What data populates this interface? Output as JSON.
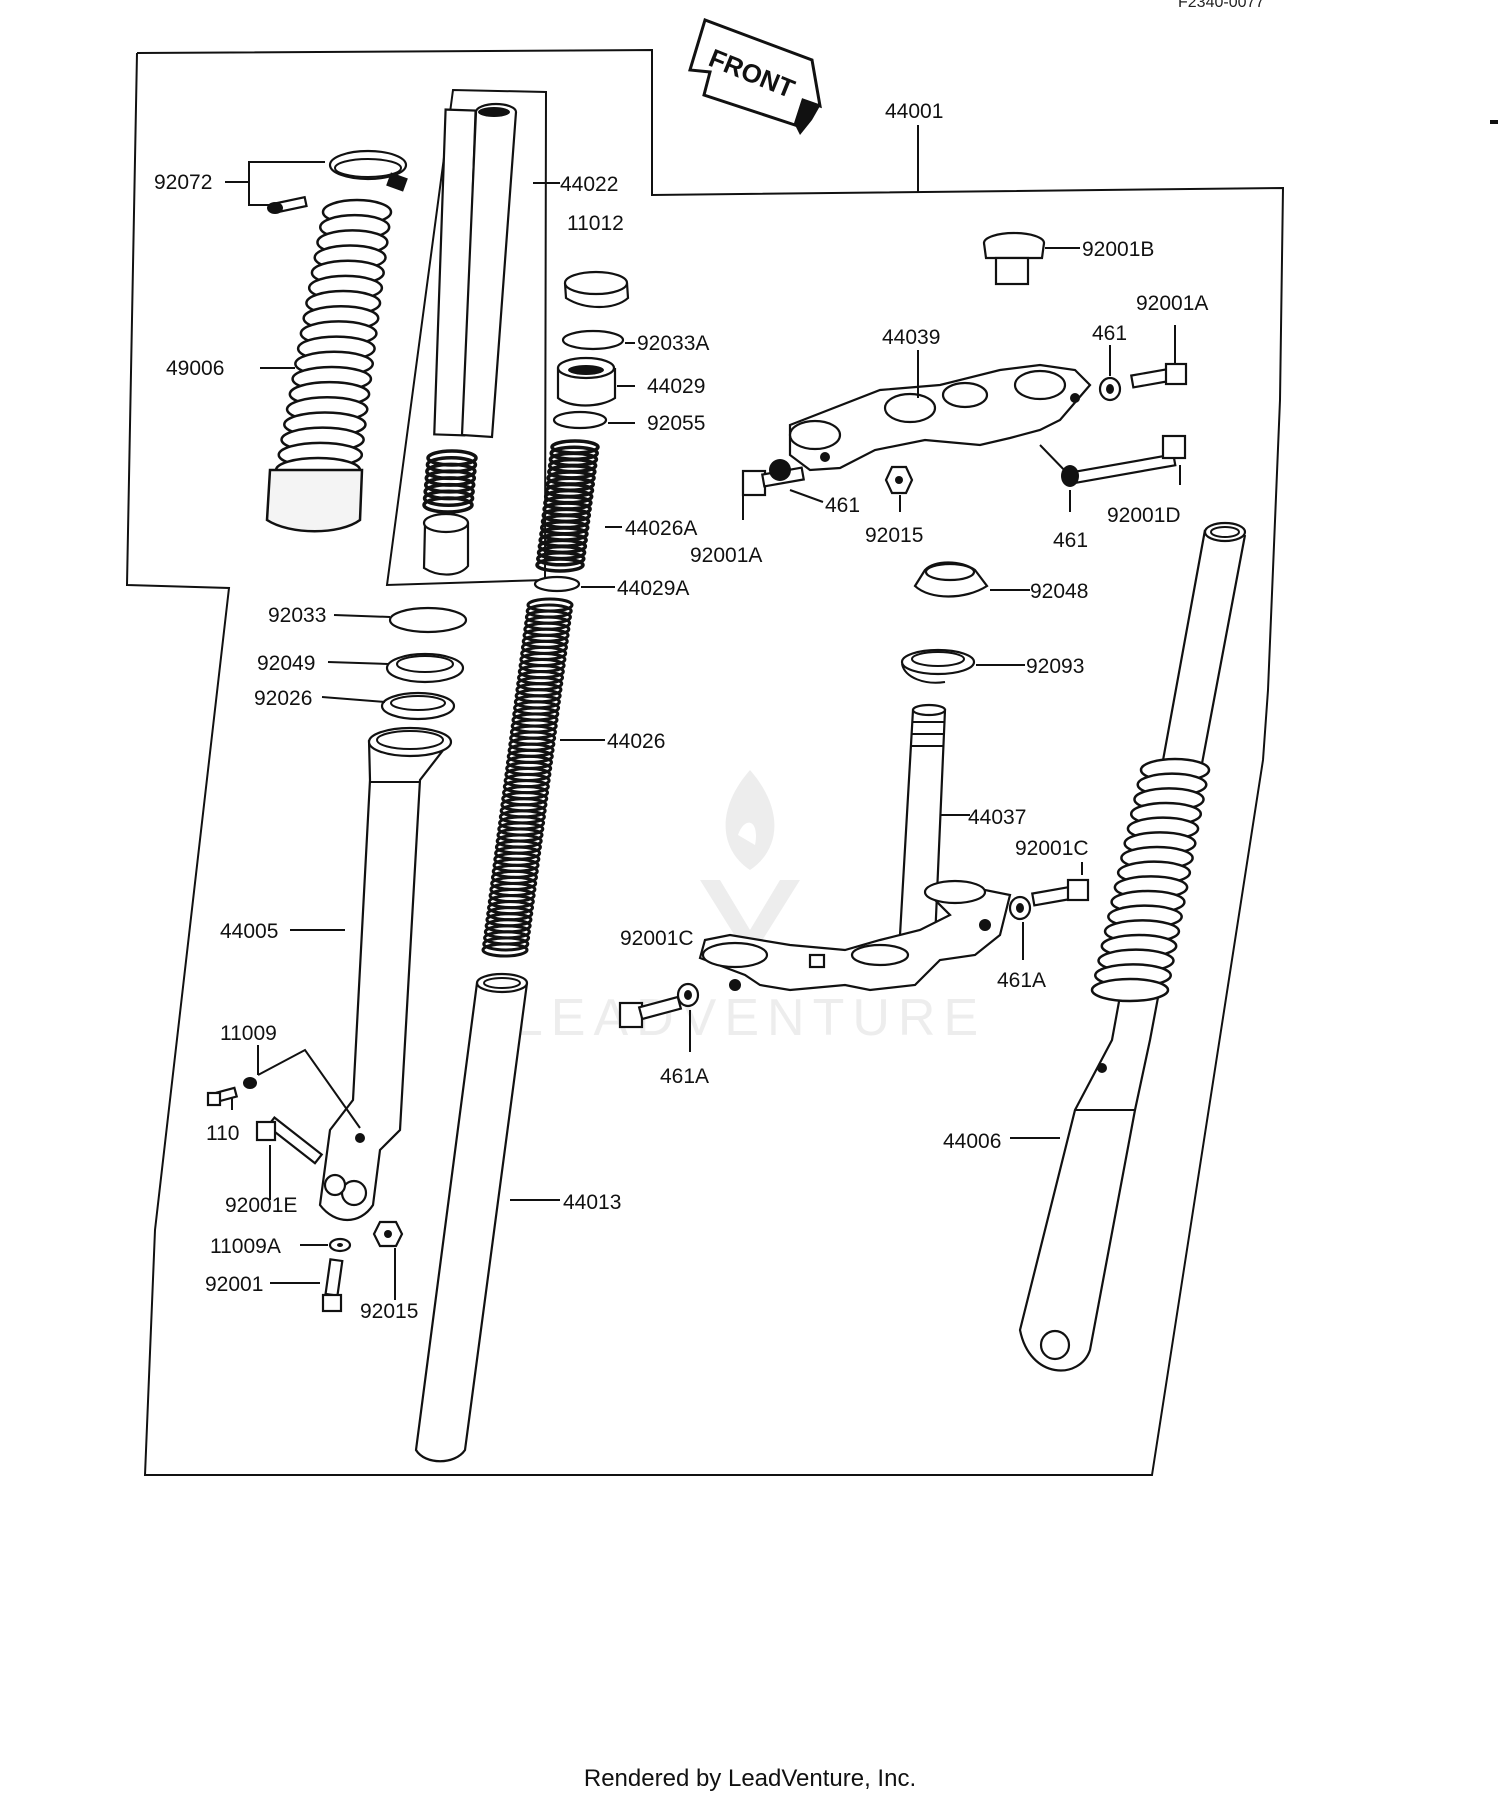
{
  "reference_code": "F2340-0077",
  "front_arrow_text": "FRONT",
  "footer": "Rendered by LeadVenture, Inc.",
  "watermark": "LEADVENTURE",
  "labels": {
    "l44001": "44001",
    "l92072": "92072",
    "l44022": "44022",
    "l11012": "11012",
    "l92001B": "92001B",
    "l92001A_top": "92001A",
    "l461_top": "461",
    "l44039": "44039",
    "l92033A": "92033A",
    "l44029": "44029",
    "l49006": "49006",
    "l92055": "92055",
    "l461_mid": "461",
    "l92015_mid": "92015",
    "l92001A_mid": "92001A",
    "l461_right": "461",
    "l92001D": "92001D",
    "l44026A": "44026A",
    "l44029A": "44029A",
    "l92048": "92048",
    "l92033": "92033",
    "l92049": "92049",
    "l92093": "92093",
    "l92026": "92026",
    "l44026": "44026",
    "l44037": "44037",
    "l92001C_right": "92001C",
    "l44005": "44005",
    "l461A_right": "461A",
    "l92001C_left": "92001C",
    "l11009": "11009",
    "l461A_left": "461A",
    "l44006": "44006",
    "l110": "110",
    "l92001E": "92001E",
    "l44013": "44013",
    "l11009A": "11009A",
    "l92001": "92001",
    "l92015_bottom": "92015"
  }
}
